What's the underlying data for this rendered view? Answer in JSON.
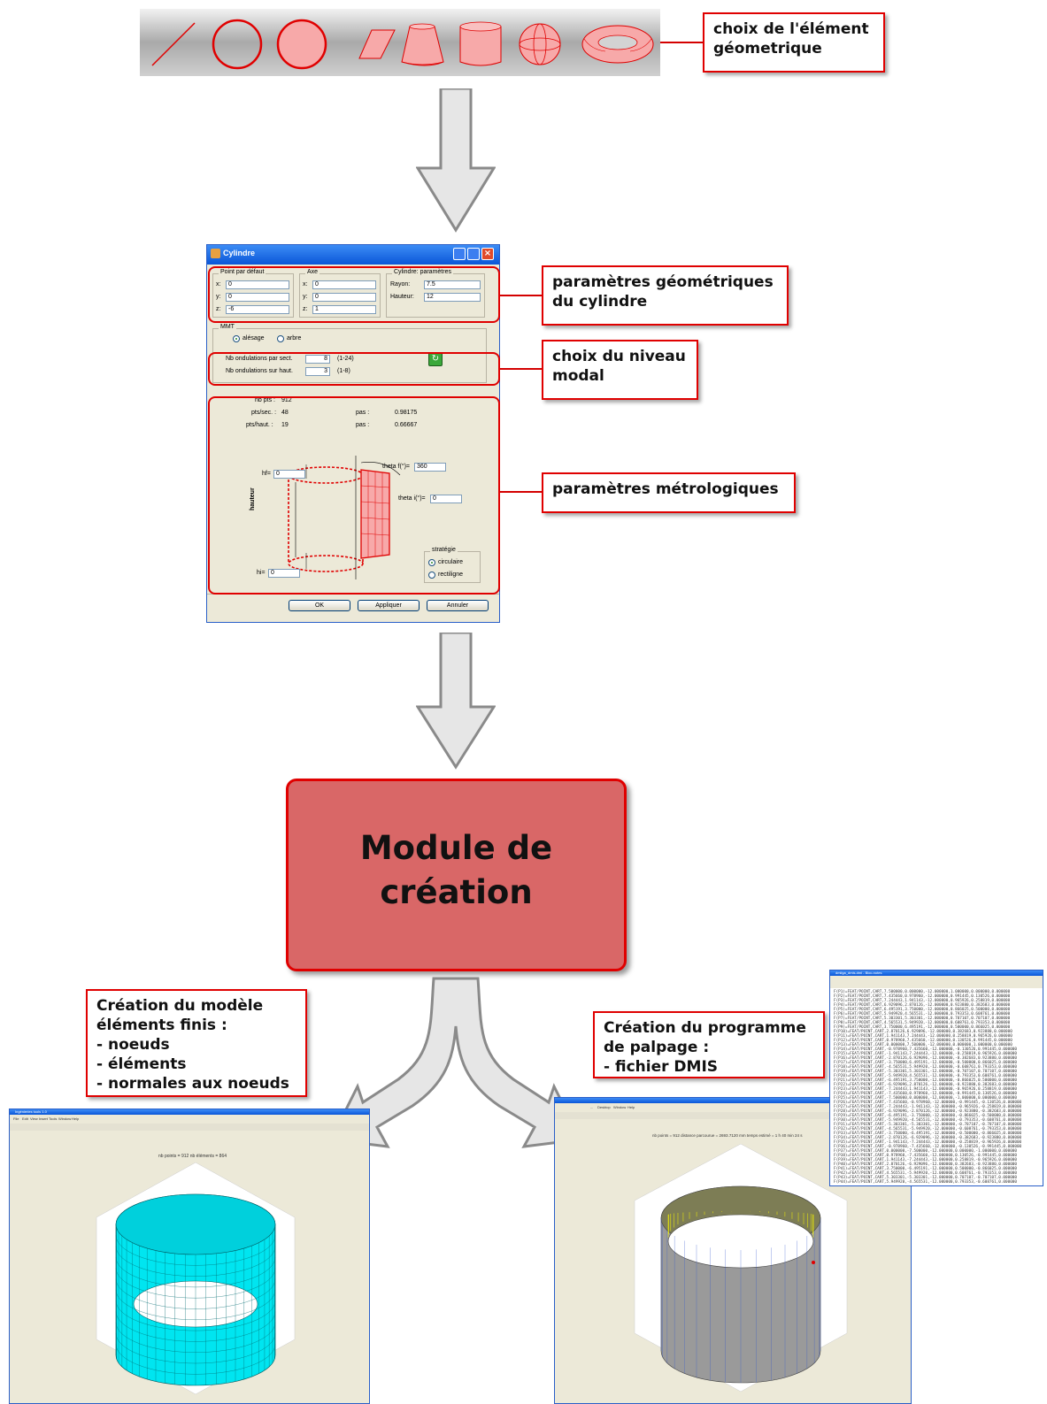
{
  "toolbar": {
    "icons": [
      "line-icon",
      "circle-outline-icon",
      "disc-icon",
      "plane-icon",
      "cone-icon",
      "cylinder-icon",
      "sphere-icon",
      "torus-icon"
    ],
    "fill_color": "#f7a9a9",
    "stroke_color": "#e00000"
  },
  "annotations": {
    "geom_choice": [
      "choix de l'élément",
      "géometrique"
    ],
    "geom_params": [
      "paramètres géométriques",
      "du cylindre"
    ],
    "modal_level": [
      "choix du niveau",
      "modal"
    ],
    "metro_params": [
      "paramètres métrologiques"
    ],
    "fe_model": [
      "Création du modèle",
      "éléments finis :",
      "- noeuds",
      "- éléments",
      "- normales aux noeuds"
    ],
    "probe_prog": [
      "Création du programme",
      "de palpage :",
      "- fichier DMIS"
    ]
  },
  "dialog": {
    "title": "Cylindre",
    "point_group": "Point par défaut",
    "axe_group": "Axe",
    "cyl_group": "Cylindre: paramètres",
    "point": [
      {
        "label": "x:",
        "value": "0"
      },
      {
        "label": "y:",
        "value": "0"
      },
      {
        "label": "z:",
        "value": "-6"
      }
    ],
    "axe": [
      {
        "label": "x:",
        "value": "0"
      },
      {
        "label": "y:",
        "value": "0"
      },
      {
        "label": "z:",
        "value": "1"
      }
    ],
    "rayon_label": "Rayon:",
    "rayon_value": "7.5",
    "hauteur_label": "Hauteur:",
    "hauteur_value": "12",
    "mmt_group": "MMT",
    "alesage": "alésage",
    "arbre": "arbre",
    "ond_sect_label": "Nb ondulations par sect.",
    "ond_sect_value": "8",
    "ond_sect_range": "(1-24)",
    "ond_haut_label": "Nb ondulations sur haut.",
    "ond_haut_value": "3",
    "ond_haut_range": "(1-8)",
    "nbpts_label": "nb pts :",
    "nbpts_value": "912",
    "ptssec_label": "pts/sec. :",
    "ptssec_value": "48",
    "ptshaut_label": "pts/haut. :",
    "ptshaut_value": "19",
    "pas_label": "pas :",
    "pas1_value": "0.98175",
    "pas2_value": "0.66667",
    "thetaf_label": "theta f(°)=",
    "thetaf_value": "360",
    "thetai_label": "theta i(°)=",
    "thetai_value": "0",
    "hf_label": "hf=",
    "hf_value": "0",
    "hi_label": "hi=",
    "hi_value": "0",
    "hauteur_axis": "hauteur",
    "strategie_group": "stratégie",
    "circulaire": "circulaire",
    "rectiligne": "rectiligne",
    "ok": "OK",
    "appliquer": "Appliquer",
    "annuler": "Annuler"
  },
  "module": {
    "line1": "Module de",
    "line2": "création",
    "color": "#d96767"
  },
  "left_window": {
    "title": "Ingénieries tools 1.0",
    "menu": [
      "File",
      "Edit",
      "View",
      "Insert",
      "Tools",
      "Window",
      "Help"
    ],
    "plot_title": "nb points = 912    nb éléments = 864",
    "mesh_color": "#00e5f0"
  },
  "right_window": {
    "menu": [
      "...",
      "Desktop",
      "Window",
      "Help"
    ],
    "plot_title": "nb points = 912    distance parcourue = 2693.7120 mm    temps estimé = 1 h 40 min 24 s",
    "surface_color": "#9a9a9a",
    "probe_color": "#f5f500"
  },
  "dmis_window": {
    "title": "dmiiga_dmis.dmi - Bloc-notes",
    "lines": [
      "F(P1)=FEAT/POINT,CART,7.500000,0.000000,-12.000000,1.000000,0.000000,0.000000",
      "F(P2)=FEAT/POINT,CART,7.435660,0.978960,-12.000000,0.991445,0.130526,0.000000",
      "F(P3)=FEAT/POINT,CART,7.244443,1.941143,-12.000000,0.965926,0.258819,0.000000",
      "F(P4)=FEAT/POINT,CART,6.929096,2.870126,-12.000000,0.923880,0.382683,0.000000",
      "F(P5)=FEAT/POINT,CART,6.495191,3.750000,-12.000000,0.866025,0.500000,0.000000",
      "F(P6)=FEAT/POINT,CART,5.949920,4.565531,-12.000000,0.793353,0.608761,0.000000",
      "F(P7)=FEAT/POINT,CART,5.303301,5.303301,-12.000000,0.707107,0.707107,0.000000",
      "F(P8)=FEAT/POINT,CART,4.565531,5.949920,-12.000000,0.608761,0.793353,0.000000",
      "F(P9)=FEAT/POINT,CART,3.750000,6.495191,-12.000000,0.500000,0.866025,0.000000",
      "F(P10)=FEAT/POINT,CART,2.870126,6.929096,-12.000000,0.382683,0.923880,0.000000",
      "F(P11)=FEAT/POINT,CART,1.941143,7.244443,-12.000000,0.258819,0.965926,0.000000",
      "F(P12)=FEAT/POINT,CART,0.978960,7.435660,-12.000000,0.130526,0.991445,0.000000",
      "F(P13)=FEAT/POINT,CART,0.000000,7.500000,-12.000000,0.000000,1.000000,0.000000",
      "F(P14)=FEAT/POINT,CART,-0.978960,7.435660,-12.000000,-0.130526,0.991445,0.000000",
      "F(P15)=FEAT/POINT,CART,-1.941143,7.244443,-12.000000,-0.258819,0.965926,0.000000",
      "F(P16)=FEAT/POINT,CART,-2.870126,6.929096,-12.000000,-0.382683,0.923880,0.000000",
      "F(P17)=FEAT/POINT,CART,-3.750000,6.495191,-12.000000,-0.500000,0.866025,0.000000",
      "F(P18)=FEAT/POINT,CART,-4.565531,5.949920,-12.000000,-0.608761,0.793353,0.000000",
      "F(P19)=FEAT/POINT,CART,-5.303301,5.303301,-12.000000,-0.707107,0.707107,0.000000",
      "F(P20)=FEAT/POINT,CART,-5.949920,4.565531,-12.000000,-0.793353,0.608761,0.000000",
      "F(P21)=FEAT/POINT,CART,-6.495191,3.750000,-12.000000,-0.866025,0.500000,0.000000",
      "F(P22)=FEAT/POINT,CART,-6.929096,2.870126,-12.000000,-0.923880,0.382683,0.000000",
      "F(P23)=FEAT/POINT,CART,-7.244443,1.941143,-12.000000,-0.965926,0.258819,0.000000",
      "F(P24)=FEAT/POINT,CART,-7.435660,0.978960,-12.000000,-0.991445,0.130526,0.000000",
      "F(P25)=FEAT/POINT,CART,-7.500000,0.000000,-12.000000,-1.000000,0.000000,0.000000",
      "F(P26)=FEAT/POINT,CART,-7.435660,-0.978960,-12.000000,-0.991445,-0.130526,0.000000",
      "F(P27)=FEAT/POINT,CART,-7.244443,-1.941143,-12.000000,-0.965926,-0.258819,0.000000",
      "F(P28)=FEAT/POINT,CART,-6.929096,-2.870126,-12.000000,-0.923880,-0.382683,0.000000",
      "F(P29)=FEAT/POINT,CART,-6.495191,-3.750000,-12.000000,-0.866025,-0.500000,0.000000",
      "F(P30)=FEAT/POINT,CART,-5.949920,-4.565531,-12.000000,-0.793353,-0.608761,0.000000",
      "F(P31)=FEAT/POINT,CART,-5.303301,-5.303301,-12.000000,-0.707107,-0.707107,0.000000",
      "F(P32)=FEAT/POINT,CART,-4.565531,-5.949920,-12.000000,-0.608761,-0.793353,0.000000",
      "F(P33)=FEAT/POINT,CART,-3.750000,-6.495191,-12.000000,-0.500000,-0.866025,0.000000",
      "F(P34)=FEAT/POINT,CART,-2.870126,-6.929096,-12.000000,-0.382683,-0.923880,0.000000",
      "F(P35)=FEAT/POINT,CART,-1.941143,-7.244443,-12.000000,-0.258819,-0.965926,0.000000",
      "F(P36)=FEAT/POINT,CART,-0.978960,-7.435660,-12.000000,-0.130526,-0.991445,0.000000",
      "F(P37)=FEAT/POINT,CART,0.000000,-7.500000,-12.000000,0.000000,-1.000000,0.000000",
      "F(P38)=FEAT/POINT,CART,0.978960,-7.435660,-12.000000,0.130526,-0.991445,0.000000",
      "F(P39)=FEAT/POINT,CART,1.941143,-7.244443,-12.000000,0.258819,-0.965926,0.000000",
      "F(P40)=FEAT/POINT,CART,2.870126,-6.929096,-12.000000,0.382683,-0.923880,0.000000",
      "F(P41)=FEAT/POINT,CART,3.750000,-6.495191,-12.000000,0.500000,-0.866025,0.000000",
      "F(P42)=FEAT/POINT,CART,4.565531,-5.949920,-12.000000,0.608761,-0.793353,0.000000",
      "F(P43)=FEAT/POINT,CART,5.303301,-5.303301,-12.000000,0.707107,-0.707107,0.000000",
      "F(P44)=FEAT/POINT,CART,5.949920,-4.565531,-12.000000,0.793353,-0.608761,0.000000"
    ]
  }
}
